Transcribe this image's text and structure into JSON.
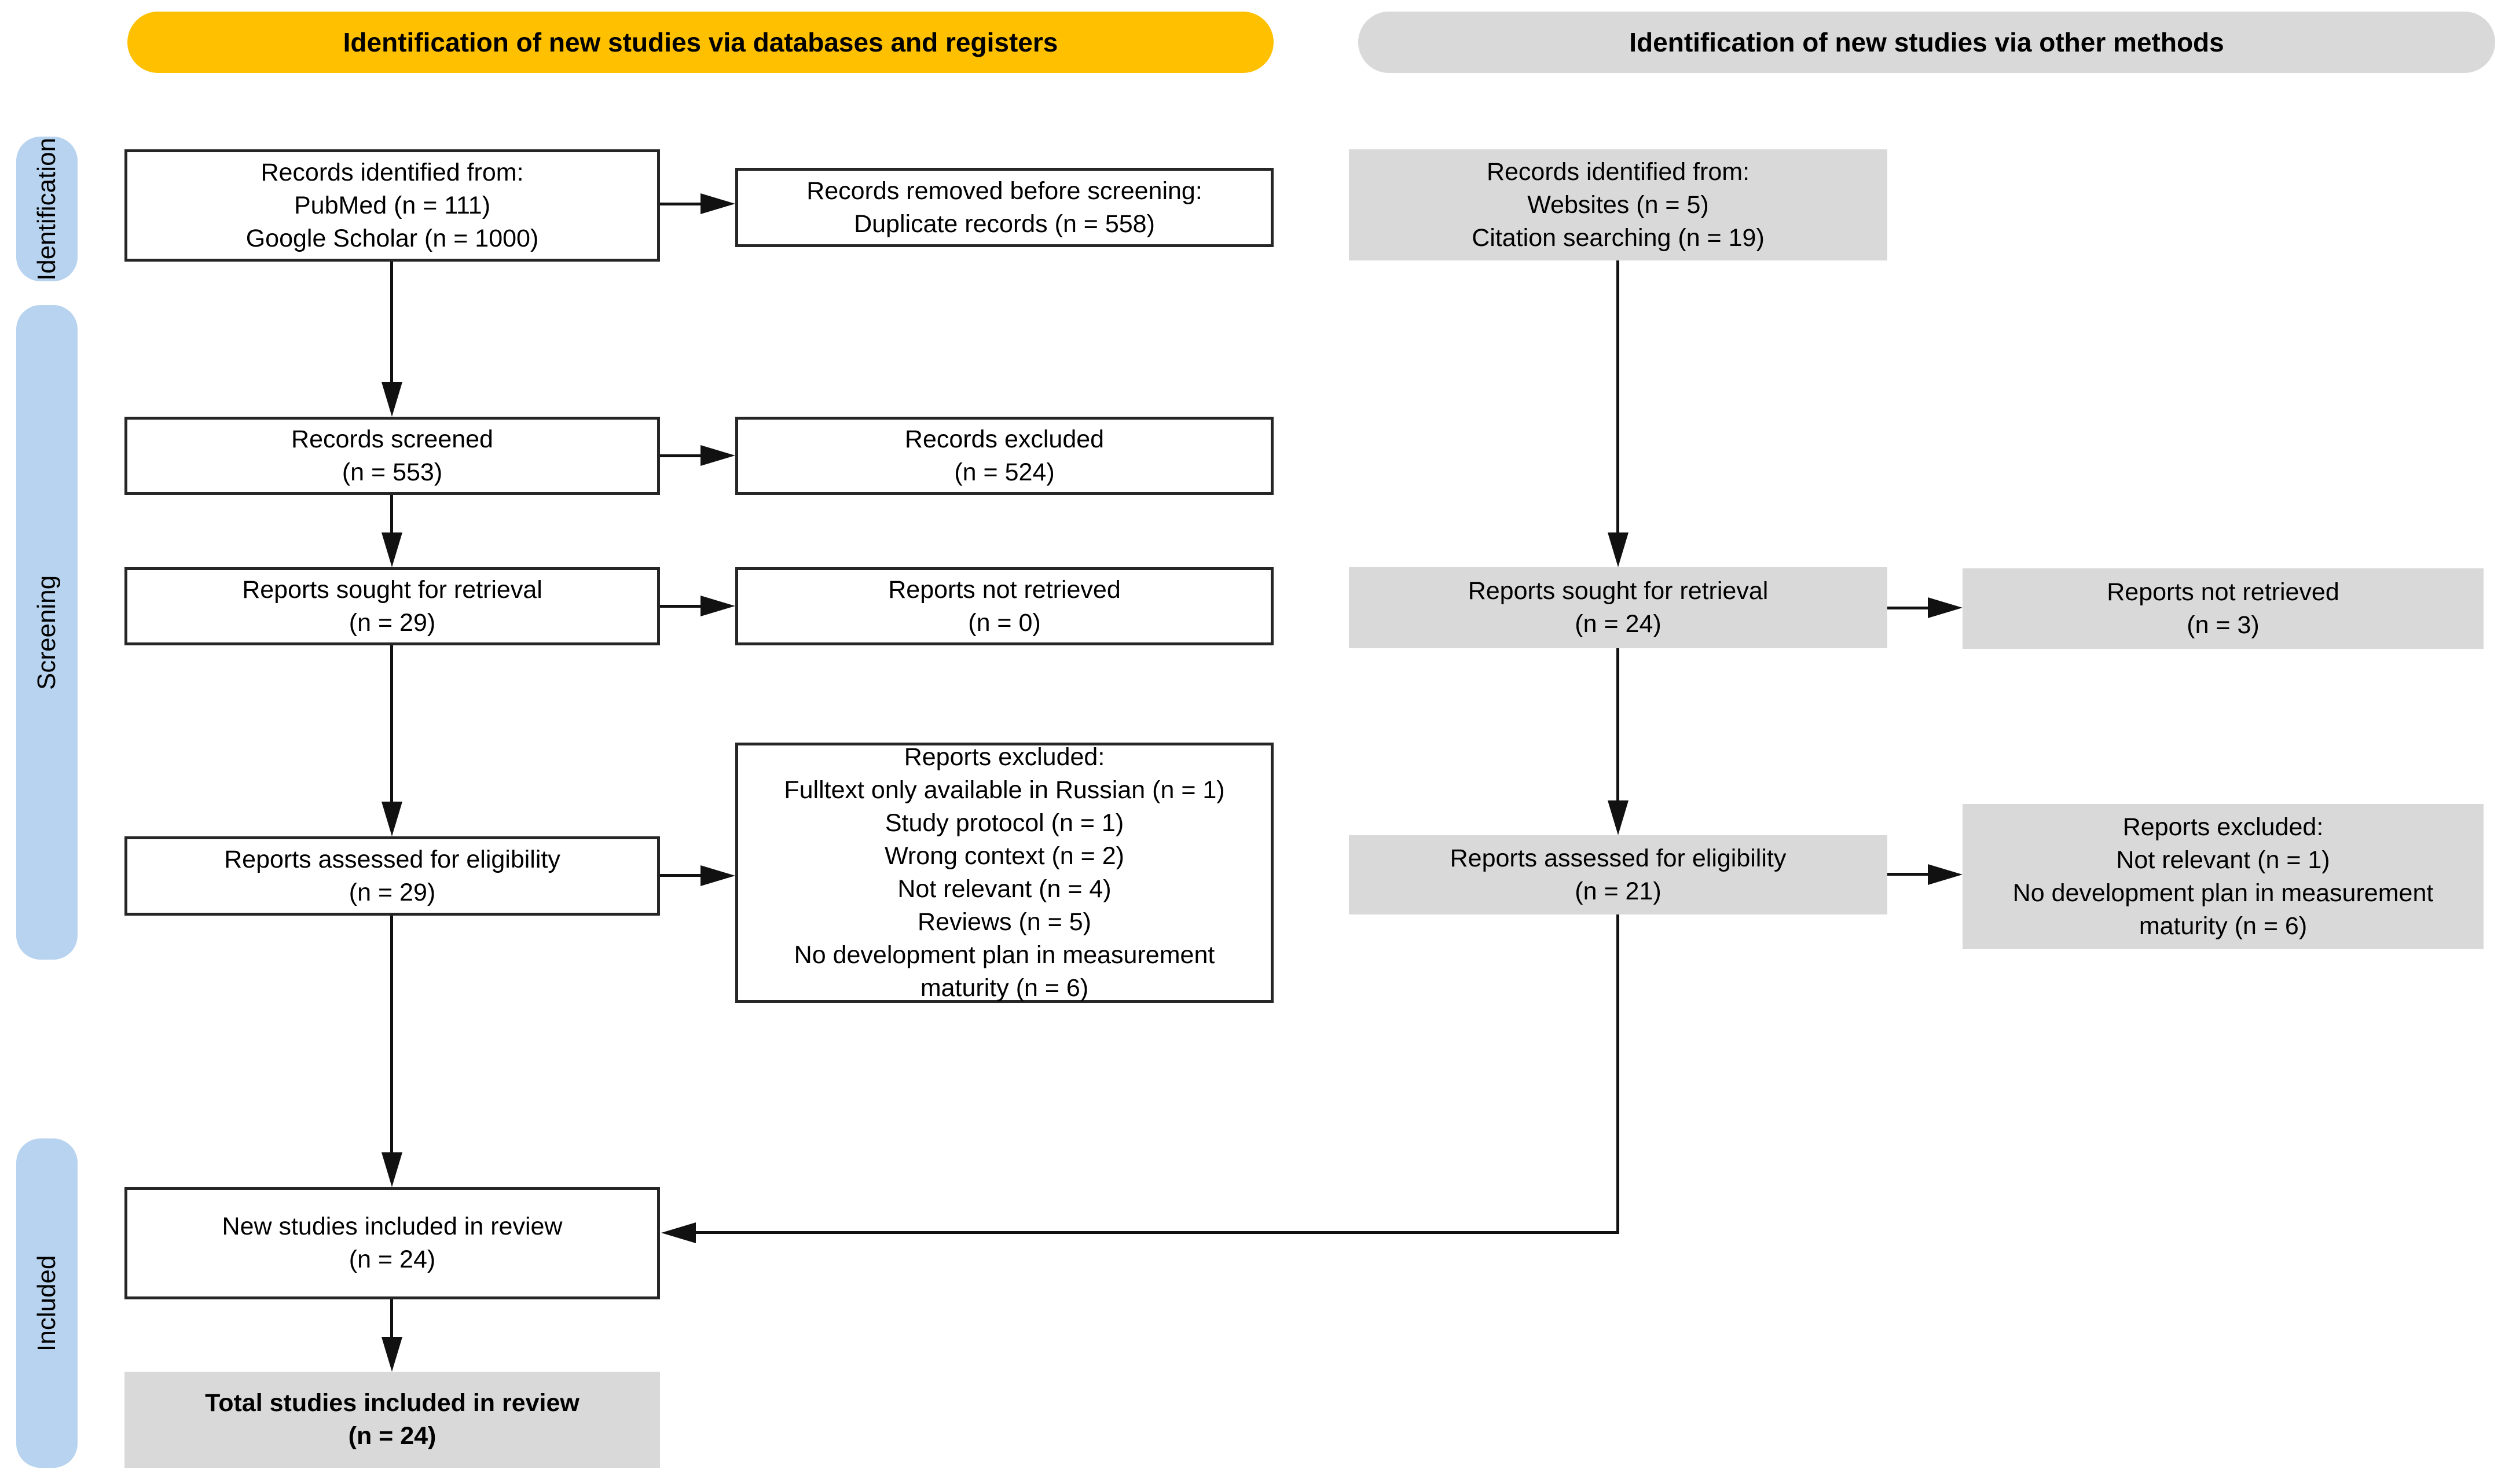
{
  "banners": {
    "databases": {
      "label": "Identification of new studies via databases and registers",
      "color": "#FFC000"
    },
    "other_methods": {
      "label": "Identification of new studies via other methods",
      "color": "#D9D9D9"
    }
  },
  "stage_labels": {
    "identification": "Identification",
    "screening": "Screening",
    "included": "Included"
  },
  "colors": {
    "banner_databases": "#FFC000",
    "banner_other_methods": "#D9D9D9",
    "stage_pill": "#B7D3EF",
    "gray_box": "#D9D9D9",
    "box_border": "#262626",
    "arrow": "#111111"
  },
  "boxes": {
    "records_identified_db": {
      "lines": [
        "Records identified from:",
        "PubMed (n = 111)",
        "Google Scholar (n = 1000)"
      ]
    },
    "records_removed": {
      "lines": [
        "Records removed before screening:",
        "Duplicate records (n = 558)"
      ]
    },
    "records_screened": {
      "lines": [
        "Records screened",
        "(n = 553)"
      ]
    },
    "records_excluded": {
      "lines": [
        "Records excluded",
        "(n = 524)"
      ]
    },
    "reports_sought_db": {
      "lines": [
        "Reports sought for retrieval",
        "(n = 29)"
      ]
    },
    "reports_not_retrieved_db": {
      "lines": [
        "Reports not retrieved",
        "(n = 0)"
      ]
    },
    "reports_assessed_db": {
      "lines": [
        "Reports assessed for eligibility",
        "(n = 29)"
      ]
    },
    "reports_excluded_db": {
      "lines": [
        "Reports excluded:",
        "Fulltext only available in Russian (n = 1)",
        "Study protocol (n = 1)",
        "Wrong context (n = 2)",
        "Not relevant (n = 4)",
        "Reviews (n = 5)",
        "No development plan in measurement",
        "maturity (n = 6)"
      ]
    },
    "new_studies_included": {
      "lines": [
        "New studies included in review",
        "(n = 24)"
      ]
    },
    "total_studies_included": {
      "lines": [
        "Total studies included in review",
        "(n = 24)"
      ]
    },
    "records_identified_other": {
      "lines": [
        "Records identified from:",
        "Websites (n = 5)",
        "Citation searching (n = 19)"
      ]
    },
    "reports_sought_other": {
      "lines": [
        "Reports sought for retrieval",
        "(n = 24)"
      ]
    },
    "reports_not_retrieved_other": {
      "lines": [
        "Reports not retrieved",
        "(n = 3)"
      ]
    },
    "reports_assessed_other": {
      "lines": [
        "Reports assessed for eligibility",
        "(n = 21)"
      ]
    },
    "reports_excluded_other": {
      "lines": [
        "Reports excluded:",
        "Not relevant (n = 1)",
        "No development plan in measurement",
        "maturity (n = 6)"
      ]
    }
  }
}
